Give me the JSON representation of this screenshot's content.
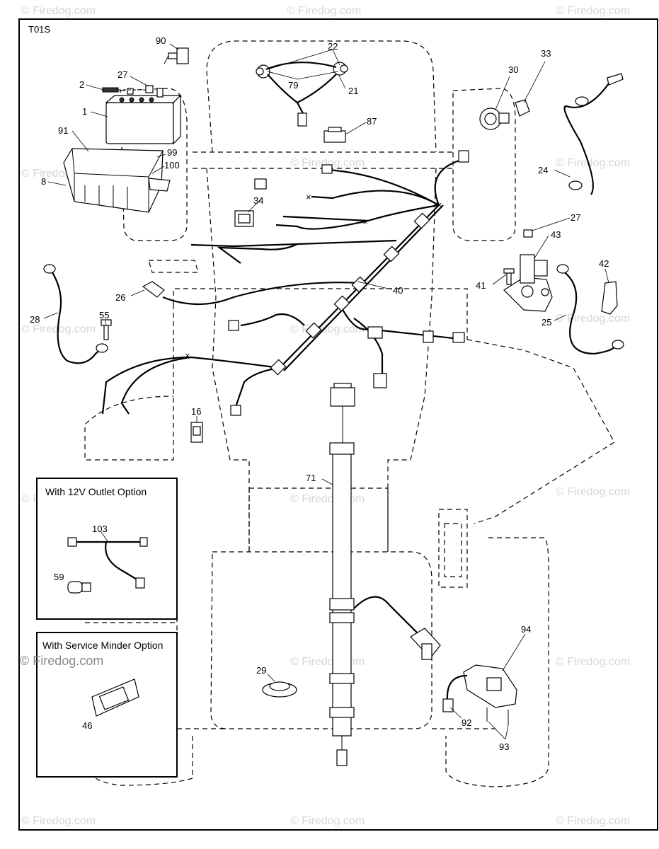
{
  "diagram_code": "T01S",
  "watermark": "© Firedog.com",
  "parts": [
    {
      "id": "90"
    },
    {
      "id": "22"
    },
    {
      "id": "30"
    },
    {
      "id": "33"
    },
    {
      "id": "2"
    },
    {
      "id": "27"
    },
    {
      "id": "79"
    },
    {
      "id": "21"
    },
    {
      "id": "1"
    },
    {
      "id": "87"
    },
    {
      "id": "91"
    },
    {
      "id": "99"
    },
    {
      "id": "100"
    },
    {
      "id": "24"
    },
    {
      "id": "8"
    },
    {
      "id": "34"
    },
    {
      "id": "27b",
      "label": "27"
    },
    {
      "id": "43"
    },
    {
      "id": "42"
    },
    {
      "id": "41"
    },
    {
      "id": "40"
    },
    {
      "id": "26"
    },
    {
      "id": "25"
    },
    {
      "id": "28"
    },
    {
      "id": "55"
    },
    {
      "id": "16"
    },
    {
      "id": "71"
    },
    {
      "id": "94"
    },
    {
      "id": "29"
    },
    {
      "id": "92"
    },
    {
      "id": "93"
    }
  ],
  "insets": {
    "outlet": {
      "title": "With 12V Outlet Option",
      "parts": [
        "103",
        "59"
      ]
    },
    "minder": {
      "title": "With Service Minder Option",
      "parts": [
        "46"
      ]
    }
  }
}
